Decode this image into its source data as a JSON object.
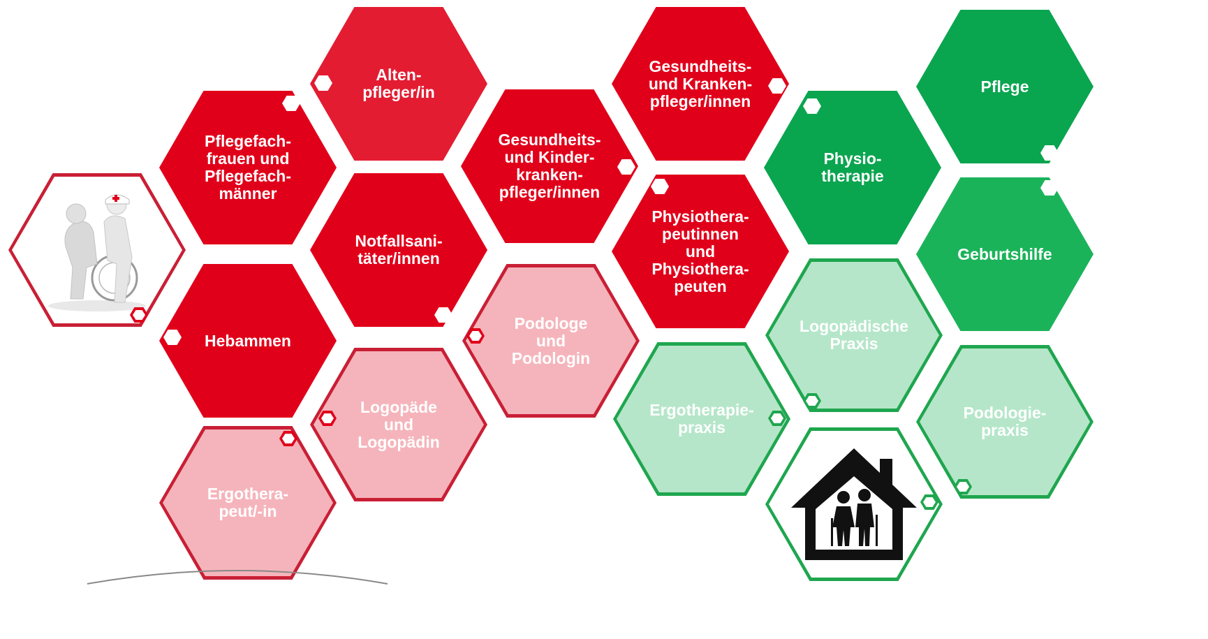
{
  "tiles": {
    "altenpfleger": "Alten-\npfleger/in",
    "pflegefach": "Pflegefach-\nfrauen und\nPflegefach-\nmänner",
    "notfall": "Notfallsani-\ntäter/innen",
    "hebammen": "Hebammen",
    "logopaede": "Logopäde\nund\nLogopädin",
    "ergotherapeut": "Ergothera-\npeut/-in",
    "kinderkranken": "Gesundheits-\nund Kinder-\nkranken-\npfleger/innen",
    "podologe": "Podologe\nund\nPodologin",
    "krankenpfleger": "Gesundheits-\nund Kranken-\npfleger/innen",
    "physiotherapeuten": "Physiothera-\npeutinnen\nund\nPhysiothera-\npeuten",
    "ergopraxis": "Ergotherapie-\npraxis",
    "physiotherapie": "Physio-\ntherapie",
    "logopraxis": "Logopädische\nPraxis",
    "pflege": "Pflege",
    "geburtshilfe": "Geburtshilfe",
    "podologiepraxis": "Podologie-\npraxis"
  },
  "colors": {
    "red": "#e1001a",
    "light_red": "#f5b4bb",
    "green": "#0aa54f",
    "light_green": "#b5e6c9"
  },
  "icons": [
    "caregiver-wheelchair-illustration",
    "senior-home-icon"
  ]
}
